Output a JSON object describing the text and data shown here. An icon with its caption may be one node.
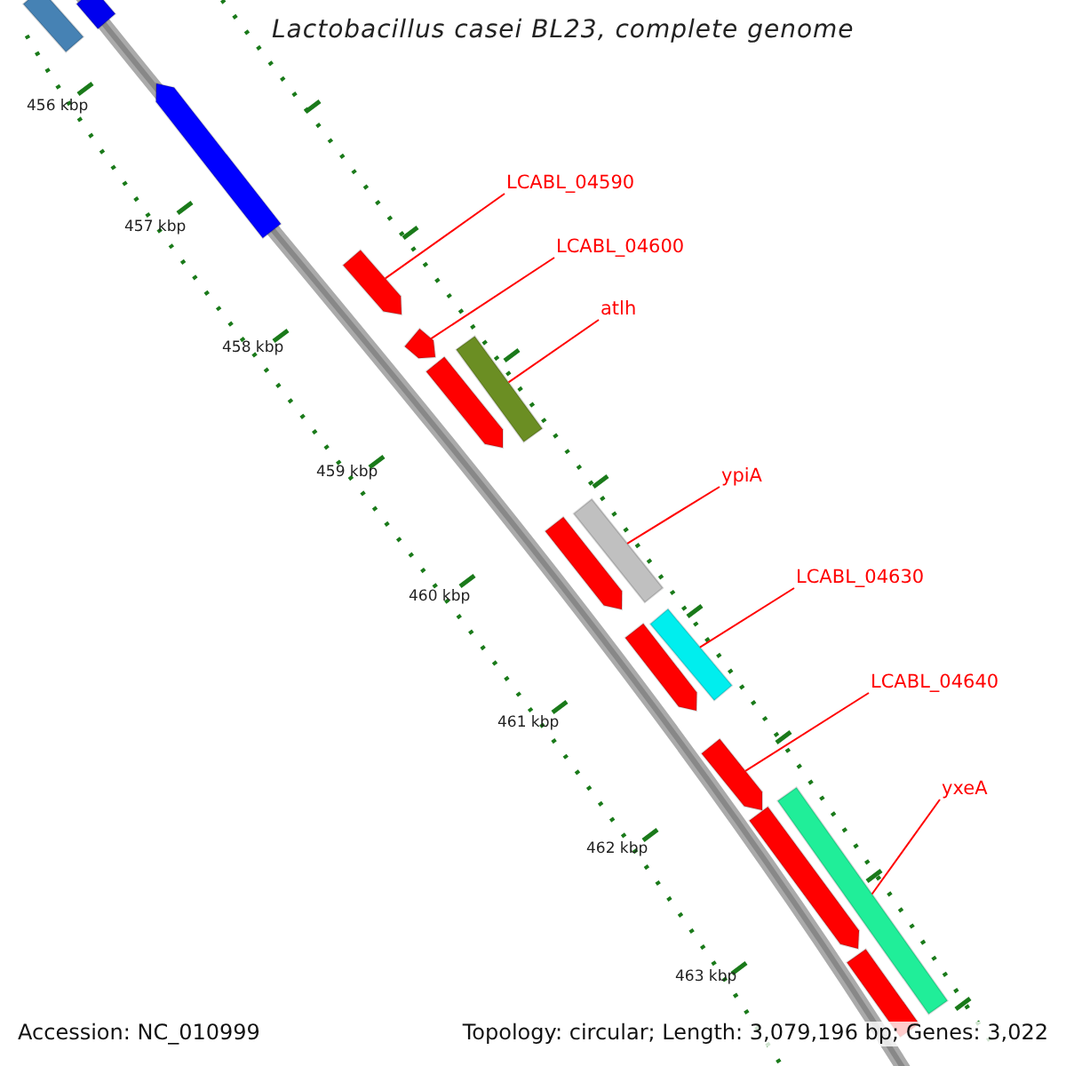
{
  "diagram": {
    "title": "Lactobacillus casei BL23, complete genome",
    "nodes": [
      {
        "text": [],
        "shape": "bar"
      },
      {
        "text": [],
        "shape": "bar"
      },
      {
        "text": [],
        "shape": "arrow"
      },
      {
        "text": [
          "LCABL_04590"
        ]
      },
      {
        "text": [],
        "shape": "arrow"
      },
      {
        "text": [
          "LCABL_04600"
        ]
      },
      {
        "text": [],
        "shape": "arrow"
      },
      {
        "text": [
          "atlh"
        ]
      },
      {
        "text": [],
        "shape": "arrow"
      },
      {
        "text": [],
        "shape": "bar"
      },
      {
        "text": [
          "ypiA"
        ]
      },
      {
        "text": [],
        "shape": "arrow"
      },
      {
        "text": [],
        "shape": "bar"
      },
      {
        "text": [
          "LCABL_04630"
        ]
      },
      {
        "text": [],
        "shape": "bar"
      },
      {
        "text": [],
        "shape": "arrow"
      },
      {
        "text": [
          "LCABL_04640"
        ]
      },
      {
        "text": [],
        "shape": "arrow"
      },
      {
        "text": [
          "yxeA"
        ]
      },
      {
        "text": [],
        "shape": "arrow"
      },
      {
        "text": [],
        "shape": "bar"
      },
      {
        "text": [],
        "shape": "bar"
      }
    ],
    "edges": [
      {
        "from": 3,
        "to": 4,
        "arrow": "none"
      },
      {
        "from": 5,
        "to": 6,
        "arrow": "none"
      },
      {
        "from": 7,
        "to": 9,
        "arrow": "none"
      },
      {
        "from": 10,
        "to": 12,
        "arrow": "none"
      },
      {
        "from": 13,
        "to": 14,
        "arrow": "none"
      },
      {
        "from": 16,
        "to": 17,
        "arrow": "none"
      },
      {
        "from": 18,
        "to": 20,
        "arrow": "none"
      }
    ],
    "labels": [
      "456 kbp",
      "457 kbp",
      "458 kbp",
      "459 kbp",
      "460 kbp",
      "461 kbp",
      "462 kbp",
      "463 kbp",
      "Accession: NC_010999",
      "Topology: circular; Length: 3,079,196 bp; Genes: 3,022"
    ]
  }
}
